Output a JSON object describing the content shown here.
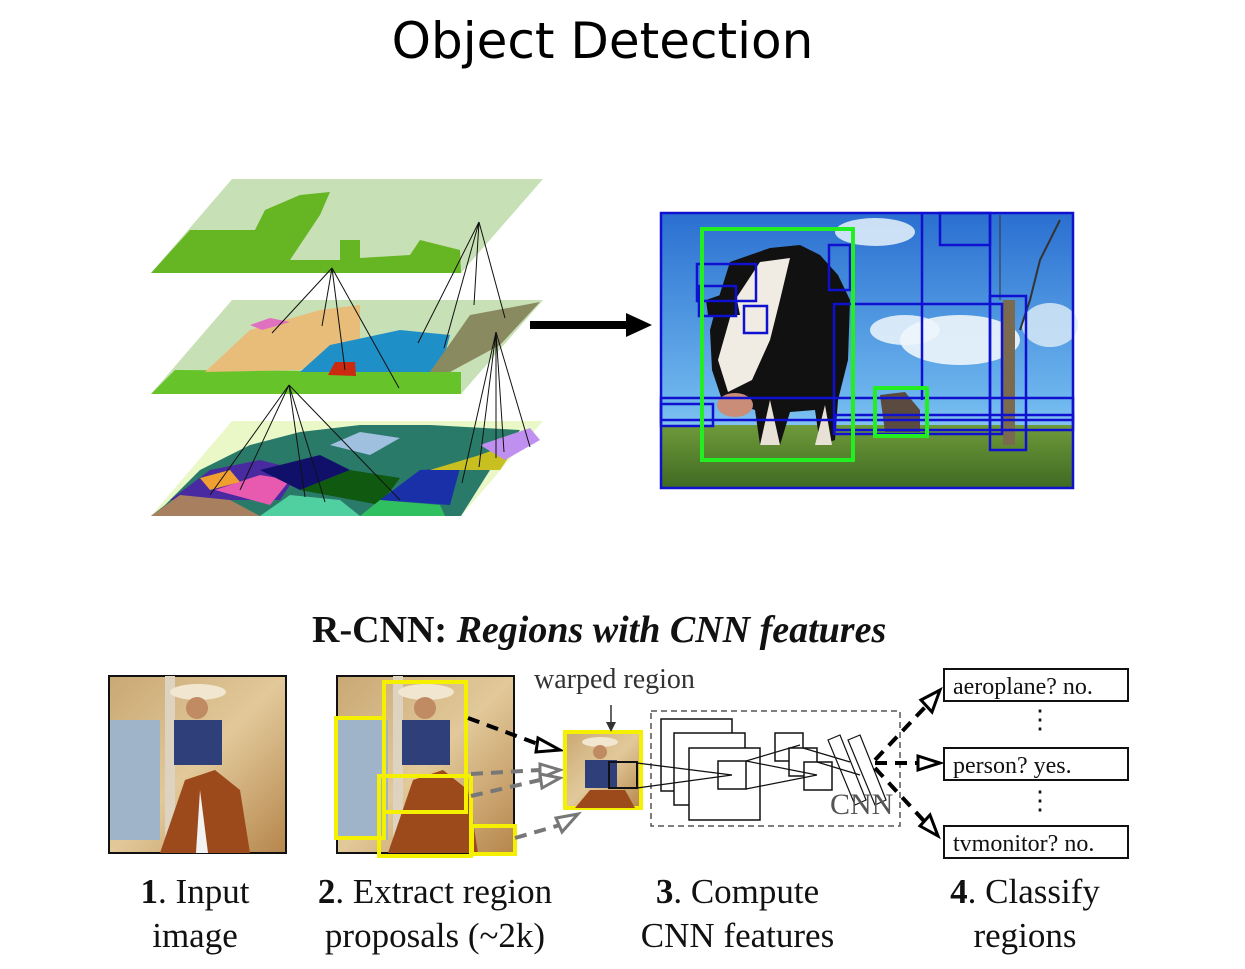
{
  "slide": {
    "title": "Object Detection"
  },
  "top_diagram": {
    "layers": [
      "segmentation-coarse",
      "segmentation-medium",
      "segmentation-fine"
    ],
    "arrow": "right-arrow",
    "detection_image": "cow-pasture-with-boxes",
    "box_colors": {
      "proposal": "#1010d0",
      "detection": "#22ee22"
    }
  },
  "rcnn": {
    "title_prefix": "R-CNN: ",
    "title_italic": "Regions with CNN features",
    "warped_label": "warped region",
    "cnn_label": "CNN",
    "steps": [
      {
        "num": "1",
        "line1": ". Input",
        "line2": "image"
      },
      {
        "num": "2",
        "line1": ". Extract region",
        "line2": "proposals (~2k)"
      },
      {
        "num": "3",
        "line1": ". Compute",
        "line2": "CNN features"
      },
      {
        "num": "4",
        "line1": ". Classify",
        "line2": "regions"
      }
    ],
    "classes": [
      {
        "label": "aeroplane? no."
      },
      {
        "label": "person? yes."
      },
      {
        "label": "tvmonitor? no."
      }
    ],
    "vdots": "⋮",
    "proposal_color": "#f5f000"
  }
}
